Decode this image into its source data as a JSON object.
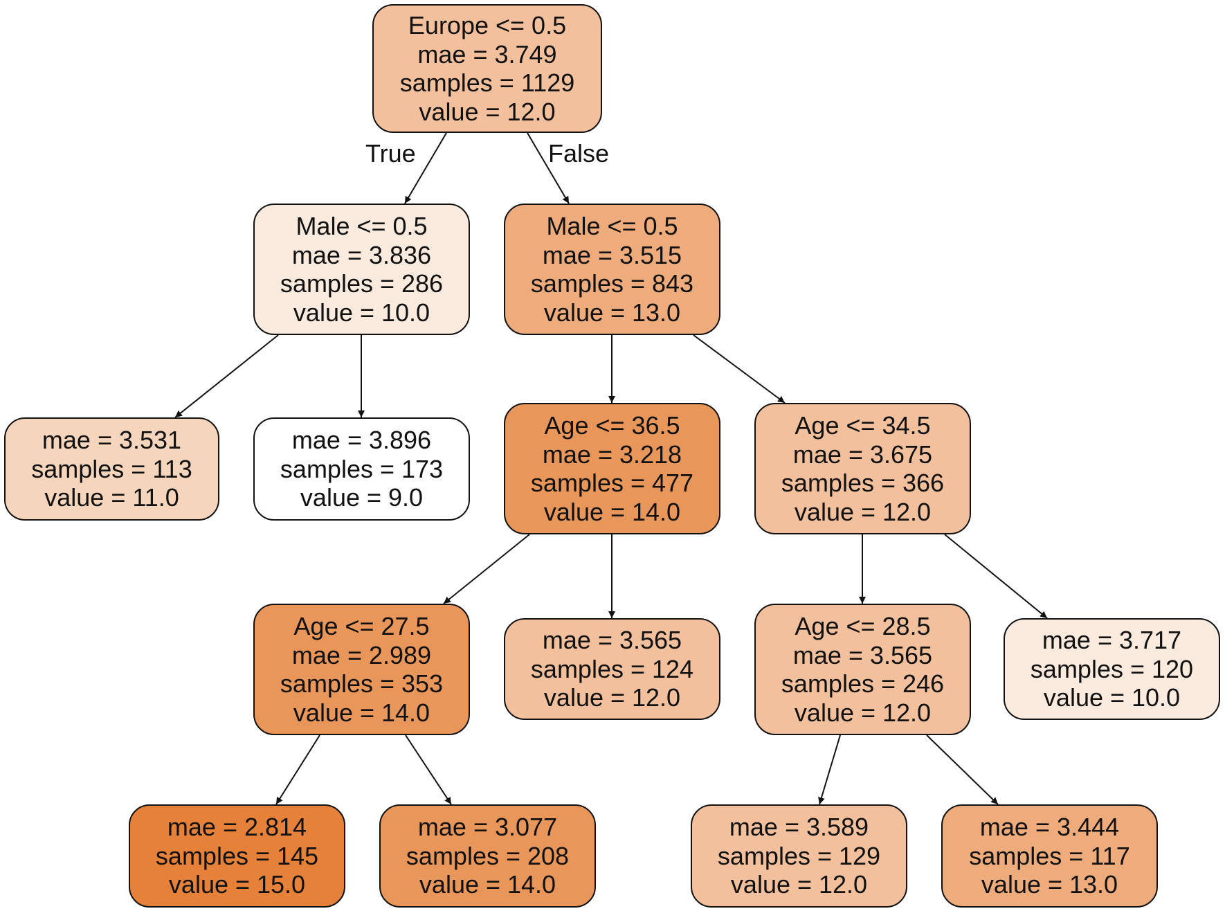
{
  "colors": {
    "low": "#ffffff",
    "high": "#e58139",
    "border": "#111111"
  },
  "edge_labels": {
    "true_label": "True",
    "false_label": "False"
  },
  "nodes": [
    {
      "id": "n0",
      "value_num": 12,
      "lines": [
        "Europe <= 0.5",
        "mae = 3.749",
        "samples = 1129",
        "value = 12.0"
      ]
    },
    {
      "id": "n1",
      "value_num": 10,
      "lines": [
        "Male <= 0.5",
        "mae = 3.836",
        "samples = 286",
        "value = 10.0"
      ]
    },
    {
      "id": "n2",
      "value_num": 13,
      "lines": [
        "Male <= 0.5",
        "mae = 3.515",
        "samples = 843",
        "value = 13.0"
      ]
    },
    {
      "id": "n3",
      "value_num": 11,
      "lines": [
        "mae = 3.531",
        "samples = 113",
        "value = 11.0"
      ]
    },
    {
      "id": "n4",
      "value_num": 9,
      "lines": [
        "mae = 3.896",
        "samples = 173",
        "value = 9.0"
      ]
    },
    {
      "id": "n5",
      "value_num": 14,
      "lines": [
        "Age <= 36.5",
        "mae = 3.218",
        "samples = 477",
        "value = 14.0"
      ]
    },
    {
      "id": "n6",
      "value_num": 12,
      "lines": [
        "Age <= 34.5",
        "mae = 3.675",
        "samples = 366",
        "value = 12.0"
      ]
    },
    {
      "id": "n7",
      "value_num": 14,
      "lines": [
        "Age <= 27.5",
        "mae = 2.989",
        "samples = 353",
        "value = 14.0"
      ]
    },
    {
      "id": "n8",
      "value_num": 12,
      "lines": [
        "mae = 3.565",
        "samples = 124",
        "value = 12.0"
      ]
    },
    {
      "id": "n9",
      "value_num": 12,
      "lines": [
        "Age <= 28.5",
        "mae = 3.565",
        "samples = 246",
        "value = 12.0"
      ]
    },
    {
      "id": "n10",
      "value_num": 10,
      "lines": [
        "mae = 3.717",
        "samples = 120",
        "value = 10.0"
      ]
    },
    {
      "id": "n11",
      "value_num": 15,
      "lines": [
        "mae = 2.814",
        "samples = 145",
        "value = 15.0"
      ]
    },
    {
      "id": "n12",
      "value_num": 14,
      "lines": [
        "mae = 3.077",
        "samples = 208",
        "value = 14.0"
      ]
    },
    {
      "id": "n13",
      "value_num": 12,
      "lines": [
        "mae = 3.589",
        "samples = 129",
        "value = 12.0"
      ]
    },
    {
      "id": "n14",
      "value_num": 13,
      "lines": [
        "mae = 3.444",
        "samples = 117",
        "value = 13.0"
      ]
    }
  ],
  "edges": [
    [
      "n0",
      "n1"
    ],
    [
      "n0",
      "n2"
    ],
    [
      "n1",
      "n3"
    ],
    [
      "n1",
      "n4"
    ],
    [
      "n2",
      "n5"
    ],
    [
      "n2",
      "n6"
    ],
    [
      "n5",
      "n7"
    ],
    [
      "n5",
      "n8"
    ],
    [
      "n6",
      "n9"
    ],
    [
      "n6",
      "n10"
    ],
    [
      "n7",
      "n11"
    ],
    [
      "n7",
      "n12"
    ],
    [
      "n9",
      "n13"
    ],
    [
      "n9",
      "n14"
    ]
  ]
}
